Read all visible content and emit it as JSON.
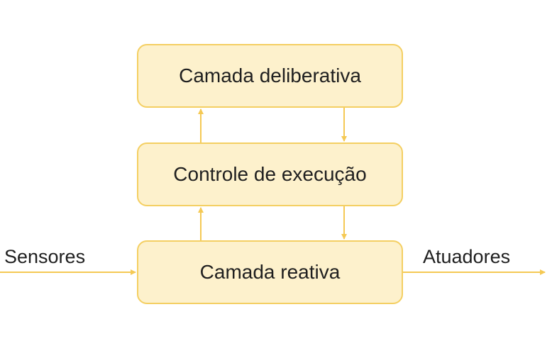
{
  "diagram": {
    "nodes": {
      "deliberative": "Camada deliberativa",
      "execution_control": "Controle de execução",
      "reactive": "Camada reativa"
    },
    "inputs": {
      "sensors": "Sensores"
    },
    "outputs": {
      "actuators": "Atuadores"
    }
  },
  "colors": {
    "box_fill": "#fdf1cc",
    "box_border": "#f4cf62",
    "arrow": "#f5c954",
    "text": "#1f1f1f"
  }
}
